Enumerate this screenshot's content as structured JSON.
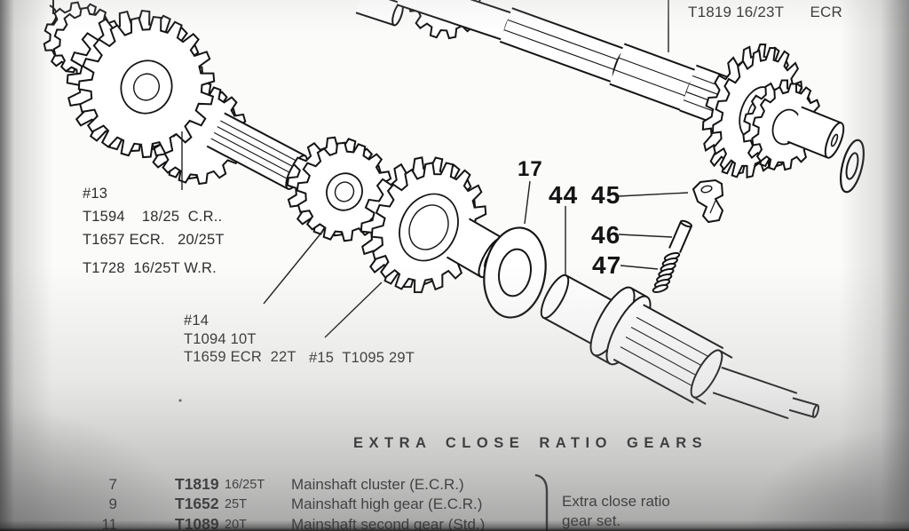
{
  "doc": {
    "title": "EXTRA CLOSE RATIO GEARS"
  },
  "annotations": {
    "shaft_top_label": "T1819 16/23T      ECR",
    "group13": {
      "ref": "#13",
      "line1": "T1594    18/25  C.R..",
      "line2": "T1657 ECR.   20/25T",
      "line3": "T1728  16/25T W.R."
    },
    "group14": {
      "ref": "#14",
      "line1": "T1094 10T",
      "line2": "T1659 ECR  22T"
    },
    "label15": "#15  T1095 29T",
    "callout17": "17",
    "callout44": "44",
    "callout45": "45",
    "callout46": "46",
    "callout47": "47"
  },
  "table": {
    "rows": [
      {
        "ref": "7",
        "part": "T1819",
        "teeth": "16/25T",
        "desc": "Mainshaft cluster (E.C.R.)"
      },
      {
        "ref": "9",
        "part": "T1652",
        "teeth": "25T",
        "desc": "Mainshaft high gear (E.C.R.)"
      },
      {
        "ref": "11",
        "part": "T1089",
        "teeth": "20T",
        "desc": "Mainshaft second gear (Std.)"
      }
    ],
    "group_note_line1": "Extra close ratio",
    "group_note_line2": "gear set."
  },
  "colors": {
    "ink": "#141414",
    "paper": "#fbfbfa",
    "annotation_ink": "#2e2e2e"
  }
}
